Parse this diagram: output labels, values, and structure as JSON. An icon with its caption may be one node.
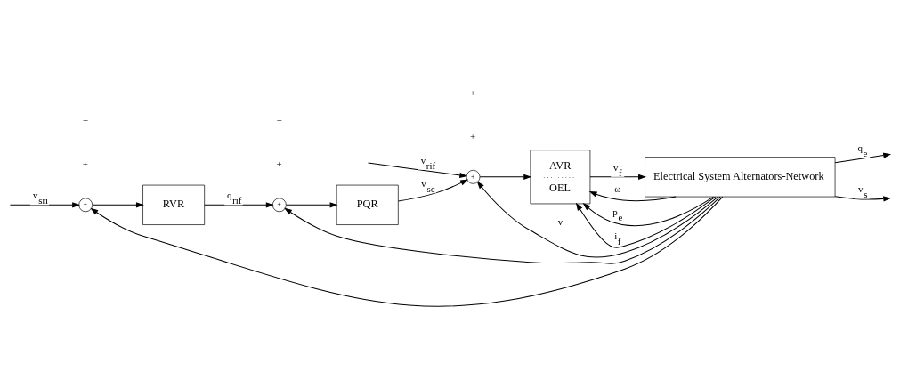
{
  "diagram": {
    "nodes": [
      {
        "text": [
          "+"
        ]
      },
      {
        "text": [
          "RVR"
        ]
      },
      {
        "text": [
          "+"
        ]
      },
      {
        "text": [
          "PQR"
        ]
      },
      {
        "text": [
          "+"
        ]
      },
      {
        "text": [
          "AVR",
          "OEL"
        ]
      },
      {
        "text": [
          "Electrical System Alternators-Network"
        ]
      }
    ],
    "edges": [
      {
        "from": null,
        "to": 0,
        "arrow": "to",
        "label": "v$_{sri}$"
      },
      {
        "from": 0,
        "to": 1,
        "arrow": "to"
      },
      {
        "from": 1,
        "to": 2,
        "arrow": "to",
        "label": "q$_{rif}$"
      },
      {
        "from": 2,
        "to": 3,
        "arrow": "to"
      },
      {
        "from": 3,
        "to": 4,
        "arrow": "to",
        "label": "v$_{sc}$"
      },
      {
        "from": null,
        "to": 4,
        "arrow": "to",
        "label": "v$_{rif}$"
      },
      {
        "from": 4,
        "to": 5,
        "arrow": "to"
      },
      {
        "from": 5,
        "to": 6,
        "arrow": "to",
        "label": "v$_{f}$"
      },
      {
        "from": 6,
        "to": 5,
        "arrow": "to",
        "label": "ω"
      },
      {
        "from": 6,
        "to": 5,
        "arrow": "to",
        "label": "p$_{e}$"
      },
      {
        "from": 6,
        "to": 5,
        "arrow": "to",
        "label": "i$_{f}$"
      },
      {
        "from": 6,
        "to": 4,
        "arrow": "to",
        "label": "v"
      },
      {
        "from": 6,
        "to": null,
        "arrow": "to",
        "label": "q$_{e}$"
      },
      {
        "from": 6,
        "to": null,
        "arrow": "to",
        "label": "v$_{s}$"
      },
      {
        "from": 6,
        "to": 2,
        "arrow": "to"
      },
      {
        "from": 6,
        "to": 0,
        "arrow": "to"
      }
    ],
    "labels": [
      "+",
      "−",
      "+",
      "+",
      "+",
      "−"
    ]
  }
}
